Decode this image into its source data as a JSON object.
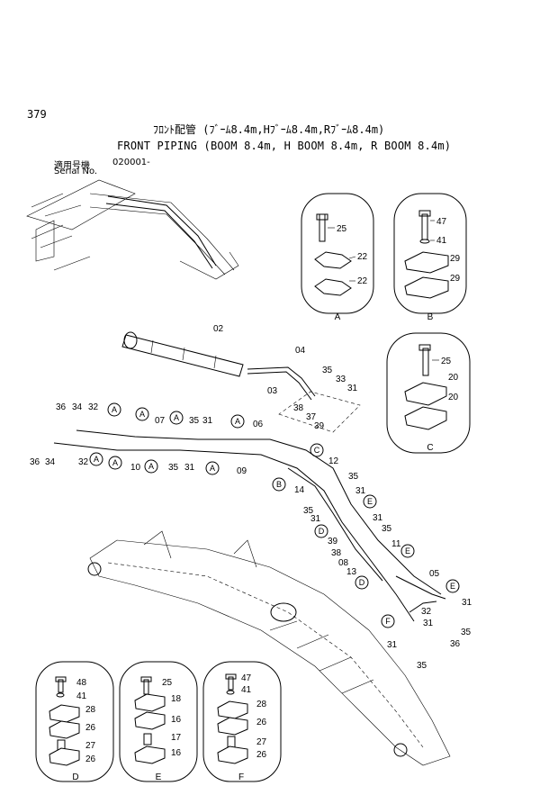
{
  "header": {
    "page_number": "379",
    "title_jp": "ﾌﾛﾝﾄ配管 (ﾌﾞｰﾑ8.4m,Hﾌﾞｰﾑ8.4m,Rﾌﾞｰﾑ8.4m)",
    "title_en": "FRONT PIPING (BOOM 8.4m, H BOOM 8.4m, R BOOM 8.4m)",
    "serial_label_jp": "適用号機",
    "serial_label_en": "Serial No.",
    "serial_value": "020001-"
  },
  "details": {
    "A": {
      "label": "A",
      "parts": [
        "25",
        "22",
        "22"
      ]
    },
    "B": {
      "label": "B",
      "parts": [
        "47",
        "41",
        "29",
        "29"
      ]
    },
    "C": {
      "label": "C",
      "parts": [
        "25",
        "20",
        "20"
      ]
    },
    "D": {
      "label": "D",
      "parts": [
        "48",
        "41",
        "28",
        "26",
        "27",
        "26"
      ]
    },
    "E": {
      "label": "E",
      "parts": [
        "25",
        "18",
        "16",
        "17",
        "16"
      ]
    },
    "F": {
      "label": "F",
      "parts": [
        "47",
        "41",
        "28",
        "26",
        "27",
        "26"
      ]
    }
  },
  "callouts": {
    "c1": "02",
    "c2": "04",
    "c3": "03",
    "c4": "35",
    "c5": "33",
    "c6": "31",
    "c7": "38",
    "c8": "37",
    "c9": "39",
    "c10": "36",
    "c11": "34",
    "c12": "32",
    "c13": "07",
    "c14": "35",
    "c15": "31",
    "c16": "06",
    "c17": "36",
    "c18": "34",
    "c19": "32",
    "c20": "10",
    "c21": "35",
    "c22": "31",
    "c23": "09",
    "c24": "12",
    "c25": "14",
    "c26": "35",
    "c27": "31",
    "c28": "35",
    "c29": "31",
    "c30": "31",
    "c31": "35",
    "c32": "39",
    "c33": "38",
    "c34": "08",
    "c35": "11",
    "c36": "13",
    "c37": "05",
    "c38": "31",
    "c39": "32",
    "c40": "31",
    "c41": "35",
    "c42": "36",
    "c43": "31",
    "c44": "35"
  },
  "circle_labels": {
    "a1": "A",
    "a2": "A",
    "a3": "A",
    "a4": "A",
    "a5": "A",
    "a6": "A",
    "a7": "A",
    "a8": "A",
    "b1": "B",
    "cc1": "C",
    "d1": "D",
    "d2": "D",
    "e1": "E",
    "e2": "E",
    "e3": "E",
    "f1": "F"
  }
}
